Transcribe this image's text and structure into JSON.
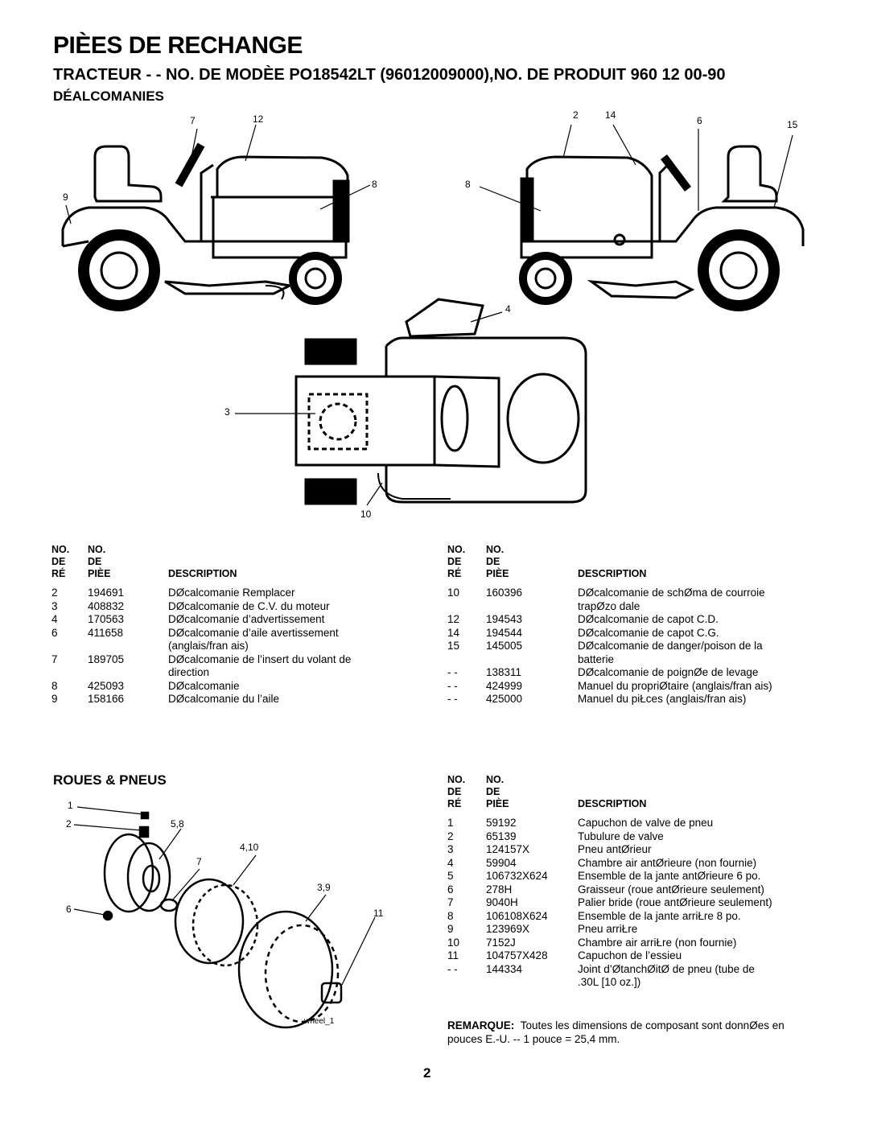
{
  "title": "PIÈES DE RECHANGE",
  "subtitle": "TRACTEUR - - NO. DE MODÈE PO18542LT (96012009000),NO. DE PRODUIT 960 12 00-90",
  "decals_heading": "DÉALCOMANIES",
  "wheels_heading": "ROUES & PNEUS",
  "page_number": "2",
  "wheel_caption": "wheel_1",
  "decal_callouts": [
    "7",
    "12",
    "9",
    "8",
    "2",
    "14",
    "6",
    "15",
    "8",
    "4",
    "3",
    "10"
  ],
  "wheel_callouts": [
    "1",
    "2",
    "5,8",
    "4,10",
    "7",
    "3,9",
    "6",
    "11"
  ],
  "col_headers": {
    "no_ref": [
      "NO.",
      "DE",
      "RÉ"
    ],
    "no_part": [
      "NO.",
      "DE",
      "PIÈE"
    ],
    "description": "DESCRIPTION"
  },
  "decals_left": [
    {
      "ref": "2",
      "part": "194691",
      "desc": "DØcalcomanie Remplacer"
    },
    {
      "ref": "3",
      "part": "408832",
      "desc": "DØcalcomanie de C.V. du moteur"
    },
    {
      "ref": "4",
      "part": "170563",
      "desc": "DØcalcomanie d’advertissement"
    },
    {
      "ref": "6",
      "part": "411658",
      "desc": "DØcalcomanie d’aile avertissement"
    },
    {
      "ref": "",
      "part": "",
      "desc": "(anglais/fran ais)"
    },
    {
      "ref": "7",
      "part": "189705",
      "desc": "DØcalcomanie de l’insert du volant de"
    },
    {
      "ref": "",
      "part": "",
      "desc": "direction"
    },
    {
      "ref": "8",
      "part": "425093",
      "desc": "DØcalcomanie"
    },
    {
      "ref": "9",
      "part": "158166",
      "desc": "DØcalcomanie du l’aile"
    }
  ],
  "decals_right": [
    {
      "ref": "10",
      "part": "160396",
      "desc": "DØcalcomanie de schØma de courroie"
    },
    {
      "ref": "",
      "part": "",
      "desc": "trapØzo dale"
    },
    {
      "ref": "12",
      "part": "194543",
      "desc": "DØcalcomanie de capot C.D."
    },
    {
      "ref": "14",
      "part": "194544",
      "desc": "DØcalcomanie de capot C.G."
    },
    {
      "ref": "15",
      "part": "145005",
      "desc": "DØcalcomanie de danger/poison de la"
    },
    {
      "ref": "",
      "part": "",
      "desc": "batterie"
    },
    {
      "ref": "- -",
      "part": "138311",
      "desc": "DØcalcomanie de poignØe de levage"
    },
    {
      "ref": "- -",
      "part": "424999",
      "desc": "Manuel du propriØtaire (anglais/fran ais)"
    },
    {
      "ref": "- -",
      "part": "425000",
      "desc": "Manuel du piŁces (anglais/fran ais)"
    }
  ],
  "wheels": [
    {
      "ref": "1",
      "part": "59192",
      "desc": "Capuchon de valve de pneu"
    },
    {
      "ref": "2",
      "part": "65139",
      "desc": "Tubulure de valve"
    },
    {
      "ref": "3",
      "part": "124157X",
      "desc": "Pneu antØrieur"
    },
    {
      "ref": "4",
      "part": "59904",
      "desc": "Chambre   air antØrieure (non fournie)"
    },
    {
      "ref": "5",
      "part": "106732X624",
      "desc": "Ensemble de la jante antØrieure 6 po."
    },
    {
      "ref": "6",
      "part": "278H",
      "desc": "Graisseur (roue antØrieure seulement)"
    },
    {
      "ref": "7",
      "part": "9040H",
      "desc": "Palier  bride (roue antØrieure seulement)"
    },
    {
      "ref": "8",
      "part": "106108X624",
      "desc": "Ensemble de la jante arriŁre 8 po."
    },
    {
      "ref": "9",
      "part": "123969X",
      "desc": "Pneu arriŁre"
    },
    {
      "ref": "10",
      "part": "7152J",
      "desc": "Chambre   air arriŁre (non fournie)"
    },
    {
      "ref": "11",
      "part": "104757X428",
      "desc": "Capuchon de l’essieu"
    },
    {
      "ref": "- -",
      "part": "144334",
      "desc": "Joint d’ØtanchØitØ de pneu (tube de"
    },
    {
      "ref": "",
      "part": "",
      "desc": ".30L [10 oz.])"
    }
  ],
  "remark_label": "REMARQUE:",
  "remark_text": "Toutes les dimensions de composant sont donnØes en pouces E.-U. -- 1 pouce = 25,4 mm."
}
